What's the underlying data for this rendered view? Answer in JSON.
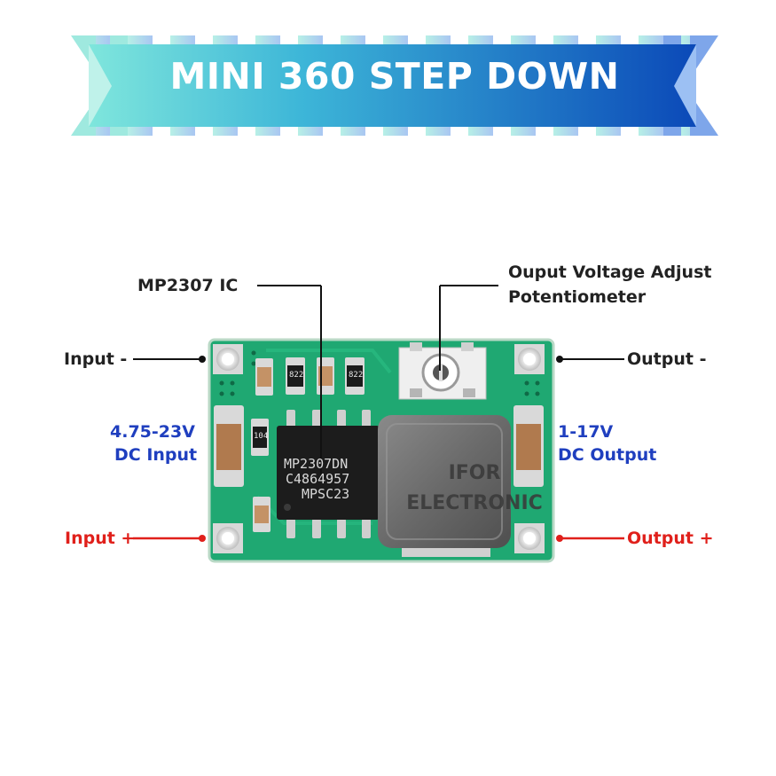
{
  "banner": {
    "title": "MINI 360 STEP DOWN"
  },
  "labels": {
    "ic": "MP2307 IC",
    "pot_line1": "Ouput Voltage Adjust",
    "pot_line2": "Potentiometer",
    "input_minus": "Input -",
    "output_minus": "Output -",
    "input_voltage": "4.75-23V",
    "input_dc": "DC Input",
    "output_voltage": "1-17V",
    "output_dc": "DC Output",
    "input_plus": "Input +",
    "output_plus": "Output +"
  },
  "board": {
    "chip_line1": "MP2307DN",
    "chip_line2": "C4864957",
    "chip_line3": "MPSC23",
    "resistor_a": "822",
    "resistor_b": "822",
    "resistor_c": "104"
  },
  "watermark": {
    "line1": "IFOR",
    "line2": "ELECTRONIC"
  },
  "colors": {
    "banner_start": "#7fe6dc",
    "banner_end": "#0b49b8",
    "pcb_green": "#1fa872",
    "negative_line": "#111111",
    "positive_line": "#e0201b",
    "voltage_text": "#1f3fbf"
  }
}
